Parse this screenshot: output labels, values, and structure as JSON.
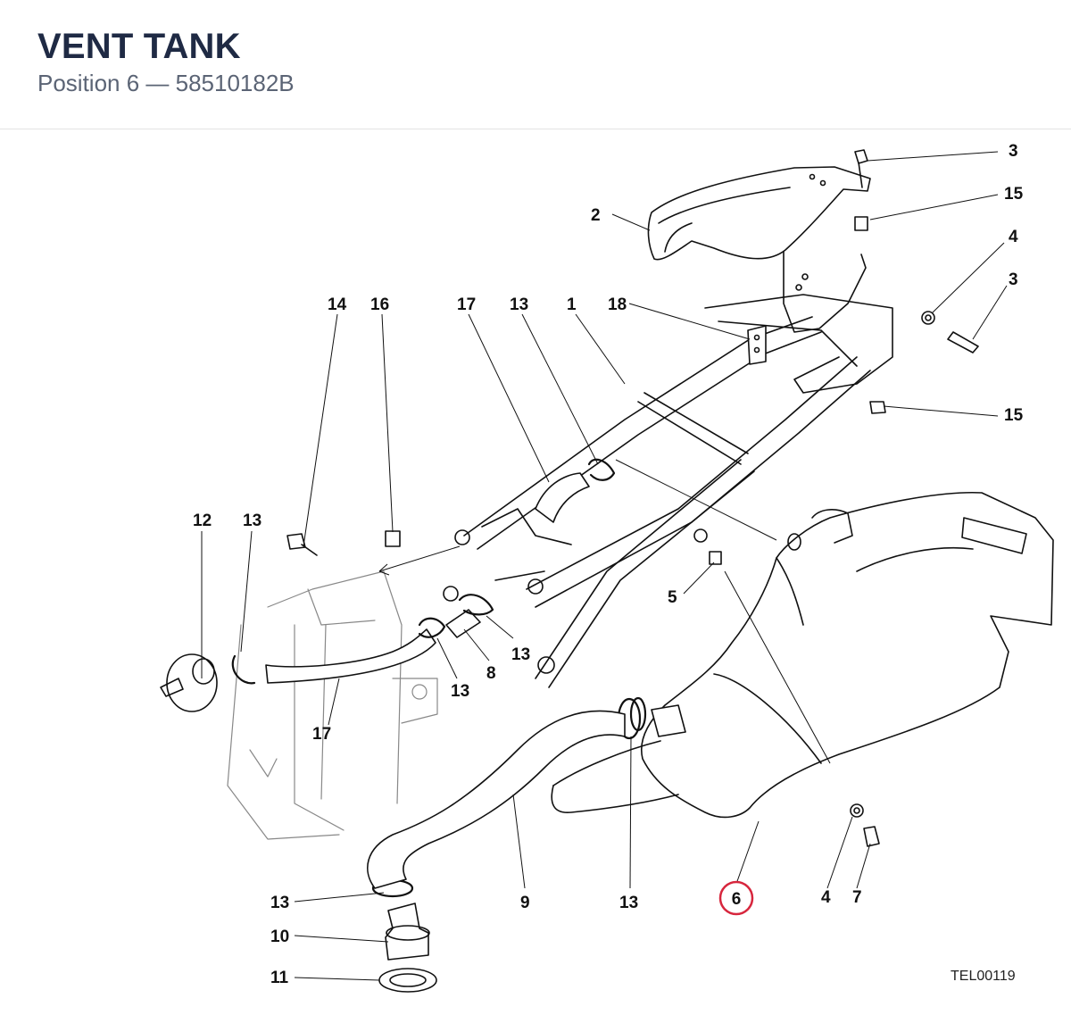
{
  "header": {
    "title": "VENT TANK",
    "subtitle": "Position 6 — 58510182B"
  },
  "drawing_code": "TEL00119",
  "highlight": {
    "label": "6",
    "color": "#d7263d"
  },
  "callouts": [
    {
      "id": "c-3a",
      "label": "3"
    },
    {
      "id": "c-15a",
      "label": "15"
    },
    {
      "id": "c-4a",
      "label": "4"
    },
    {
      "id": "c-3b",
      "label": "3"
    },
    {
      "id": "c-2",
      "label": "2"
    },
    {
      "id": "c-14",
      "label": "14"
    },
    {
      "id": "c-16",
      "label": "16"
    },
    {
      "id": "c-17a",
      "label": "17"
    },
    {
      "id": "c-13a",
      "label": "13"
    },
    {
      "id": "c-1",
      "label": "1"
    },
    {
      "id": "c-18",
      "label": "18"
    },
    {
      "id": "c-15b",
      "label": "15"
    },
    {
      "id": "c-12",
      "label": "12"
    },
    {
      "id": "c-13b",
      "label": "13"
    },
    {
      "id": "c-5",
      "label": "5"
    },
    {
      "id": "c-13c",
      "label": "13"
    },
    {
      "id": "c-8",
      "label": "8"
    },
    {
      "id": "c-13d",
      "label": "13"
    },
    {
      "id": "c-17b",
      "label": "17"
    },
    {
      "id": "c-13e",
      "label": "13"
    },
    {
      "id": "c-9",
      "label": "9"
    },
    {
      "id": "c-13f",
      "label": "13"
    },
    {
      "id": "c-6",
      "label": "6"
    },
    {
      "id": "c-4b",
      "label": "4"
    },
    {
      "id": "c-7",
      "label": "7"
    },
    {
      "id": "c-10",
      "label": "10"
    },
    {
      "id": "c-11",
      "label": "11"
    }
  ]
}
